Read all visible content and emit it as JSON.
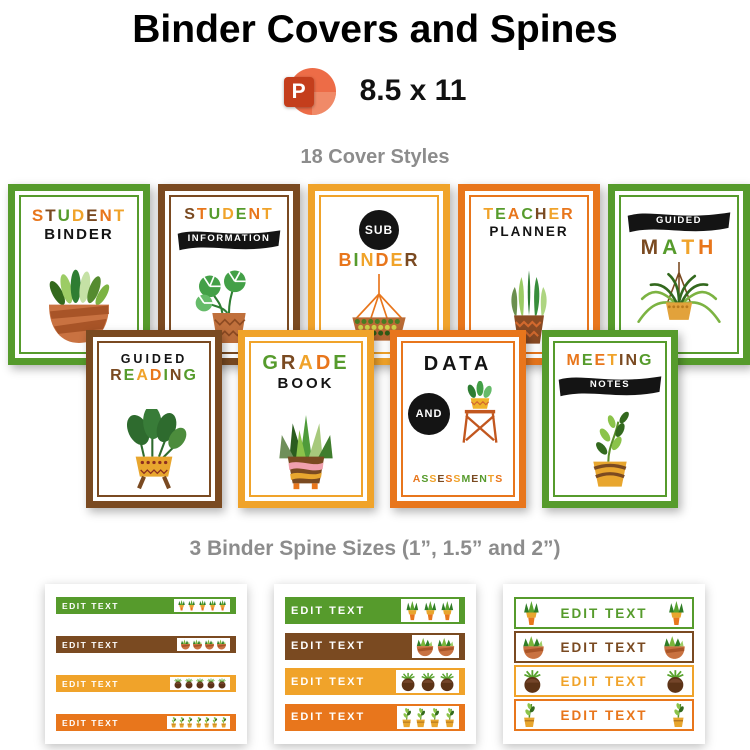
{
  "page": {
    "title": "Binder Covers and Spines",
    "ppt_letter": "P",
    "size_label": "8.5 x 11",
    "covers_heading": "18 Cover Styles",
    "spines_heading": "3 Binder Spine Sizes (1”, 1.5” and 2”)"
  },
  "palette": {
    "green": "#569b2c",
    "brown": "#7a4a21",
    "amber": "#f0a32a",
    "orange": "#e8761c",
    "black": "#141414",
    "heading_gray": "#8c8c8c",
    "ppt_red": "#c43e1c",
    "ppt_orange": "#ed6c47"
  },
  "covers": [
    {
      "id": "student-binder",
      "border": "green",
      "plant": "potted-succulent-bowl",
      "title_lines": [
        {
          "style": "letters",
          "text": "STUDENT",
          "letter_colors": [
            "orange",
            "brown",
            "green",
            "amber",
            "brown",
            "orange",
            "amber"
          ]
        },
        {
          "style": "plain",
          "text": "BINDER"
        }
      ]
    },
    {
      "id": "student-information",
      "border": "brown",
      "plant": "monstera-pot",
      "title_lines": [
        {
          "style": "letters",
          "text": "STUDENT",
          "letter_colors": [
            "brown",
            "orange",
            "green",
            "amber",
            "green",
            "orange",
            "amber"
          ]
        },
        {
          "style": "ribbon",
          "text": "INFORMATION"
        }
      ]
    },
    {
      "id": "sub-binder",
      "border": "amber",
      "plant": "hanging-basket",
      "title_lines": [
        {
          "style": "circle",
          "text": "SUB"
        },
        {
          "style": "letters",
          "text": "BINDER",
          "letter_colors": [
            "orange",
            "green",
            "amber",
            "orange",
            "amber",
            "brown"
          ]
        }
      ]
    },
    {
      "id": "teacher-planner",
      "border": "orange",
      "plant": "snake-plant-pot",
      "title_lines": [
        {
          "style": "letters",
          "text": "TEACHER",
          "letter_colors": [
            "amber",
            "green",
            "orange",
            "green",
            "brown",
            "amber",
            "orange"
          ]
        },
        {
          "style": "plain",
          "text": "PLANNER"
        }
      ]
    },
    {
      "id": "guided-math",
      "border": "green",
      "plant": "hanging-spider-plant",
      "title_lines": [
        {
          "style": "ribbon",
          "text": "GUIDED"
        },
        {
          "style": "letters",
          "text": "MATH",
          "letter_colors": [
            "brown",
            "green",
            "amber",
            "orange"
          ]
        }
      ]
    },
    {
      "id": "guided-reading",
      "border": "brown",
      "plant": "leafy-plant-with-legs",
      "title_lines": [
        {
          "style": "plain",
          "text": "GUIDED"
        },
        {
          "style": "letters",
          "text": "READING",
          "letter_colors": [
            "brown",
            "green",
            "amber",
            "orange",
            "green",
            "brown",
            "green"
          ]
        }
      ]
    },
    {
      "id": "grade-book",
      "border": "amber",
      "plant": "aloe-striped-pot",
      "title_lines": [
        {
          "style": "letters",
          "text": "GRADE",
          "letter_colors": [
            "green",
            "brown",
            "amber",
            "orange",
            "green"
          ]
        },
        {
          "style": "plain",
          "text": "BOOK"
        }
      ]
    },
    {
      "id": "data-assessments",
      "border": "orange",
      "plant": "plant-on-stand",
      "title_lines": [
        {
          "style": "plain",
          "text": "DATA"
        },
        {
          "style": "circle",
          "text": "AND"
        },
        {
          "style": "letters",
          "text": "ASSESSMENTS",
          "letter_colors": [
            "orange",
            "green",
            "amber",
            "brown",
            "orange",
            "amber",
            "green",
            "brown",
            "green",
            "amber",
            "orange"
          ]
        }
      ]
    },
    {
      "id": "meeting-notes",
      "border": "green",
      "plant": "stem-striped-pot",
      "title_lines": [
        {
          "style": "letters",
          "text": "MEETING",
          "letter_colors": [
            "orange",
            "green",
            "orange",
            "amber",
            "brown",
            "brown",
            "green"
          ]
        },
        {
          "style": "ribbon",
          "text": "NOTES"
        }
      ]
    }
  ],
  "spine_panels": [
    {
      "size_inches": "1\"",
      "variant": "filled",
      "rows": [
        {
          "color": "green",
          "label": "EDIT TEXT",
          "icon": "succulent-pot-icon",
          "icon_count": 5
        },
        {
          "color": "brown",
          "label": "EDIT TEXT",
          "icon": "leaf-bowl-icon",
          "icon_count": 4
        },
        {
          "color": "amber",
          "label": "EDIT TEXT",
          "icon": "round-pot-icon",
          "icon_count": 5
        },
        {
          "color": "orange",
          "label": "EDIT TEXT",
          "icon": "twig-pot-icon",
          "icon_count": 7
        }
      ]
    },
    {
      "size_inches": "1.5\"",
      "variant": "filled",
      "rows": [
        {
          "color": "green",
          "label": "EDIT TEXT",
          "icon": "succulent-pot-icon",
          "icon_count": 3
        },
        {
          "color": "brown",
          "label": "EDIT TEXT",
          "icon": "leaf-bowl-icon",
          "icon_count": 2
        },
        {
          "color": "amber",
          "label": "EDIT TEXT",
          "icon": "round-pot-icon",
          "icon_count": 3
        },
        {
          "color": "orange",
          "label": "EDIT TEXT",
          "icon": "twig-pot-icon",
          "icon_count": 4
        }
      ]
    },
    {
      "size_inches": "2\"",
      "variant": "outline",
      "rows": [
        {
          "color": "green",
          "label": "EDIT TEXT",
          "icon": "succulent-pot-icon",
          "icon_count": 2
        },
        {
          "color": "brown",
          "label": "EDIT TEXT",
          "icon": "leaf-bowl-icon",
          "icon_count": 2
        },
        {
          "color": "amber",
          "label": "EDIT TEXT",
          "icon": "round-pot-icon",
          "icon_count": 2
        },
        {
          "color": "orange",
          "label": "EDIT TEXT",
          "icon": "twig-pot-icon",
          "icon_count": 2
        }
      ]
    }
  ]
}
